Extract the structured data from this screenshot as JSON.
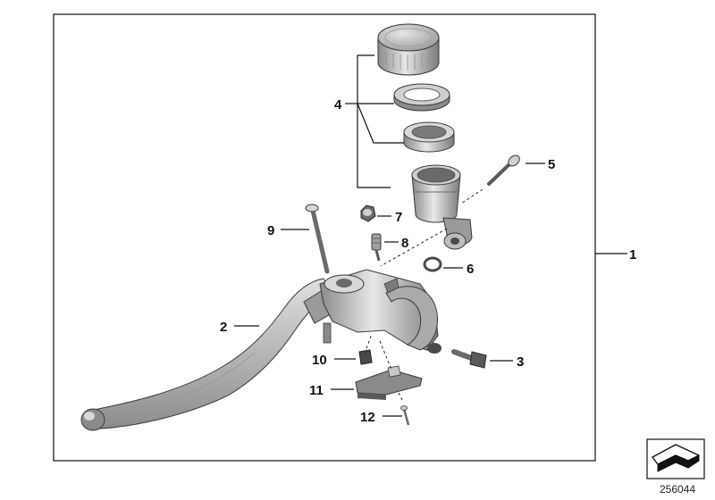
{
  "callouts": {
    "c1": "1",
    "c2": "2",
    "c3": "3",
    "c4": "4",
    "c5": "5",
    "c6": "6",
    "c7": "7",
    "c8": "8",
    "c9": "9",
    "c10": "10",
    "c11": "11",
    "c12": "12"
  },
  "diagram_number": "256044",
  "colors": {
    "part_light": "#e3e3e3",
    "part_mid": "#b5b5b5",
    "part_dark": "#6e6e6e",
    "outline": "#3a3a3a",
    "line": "#111111"
  }
}
